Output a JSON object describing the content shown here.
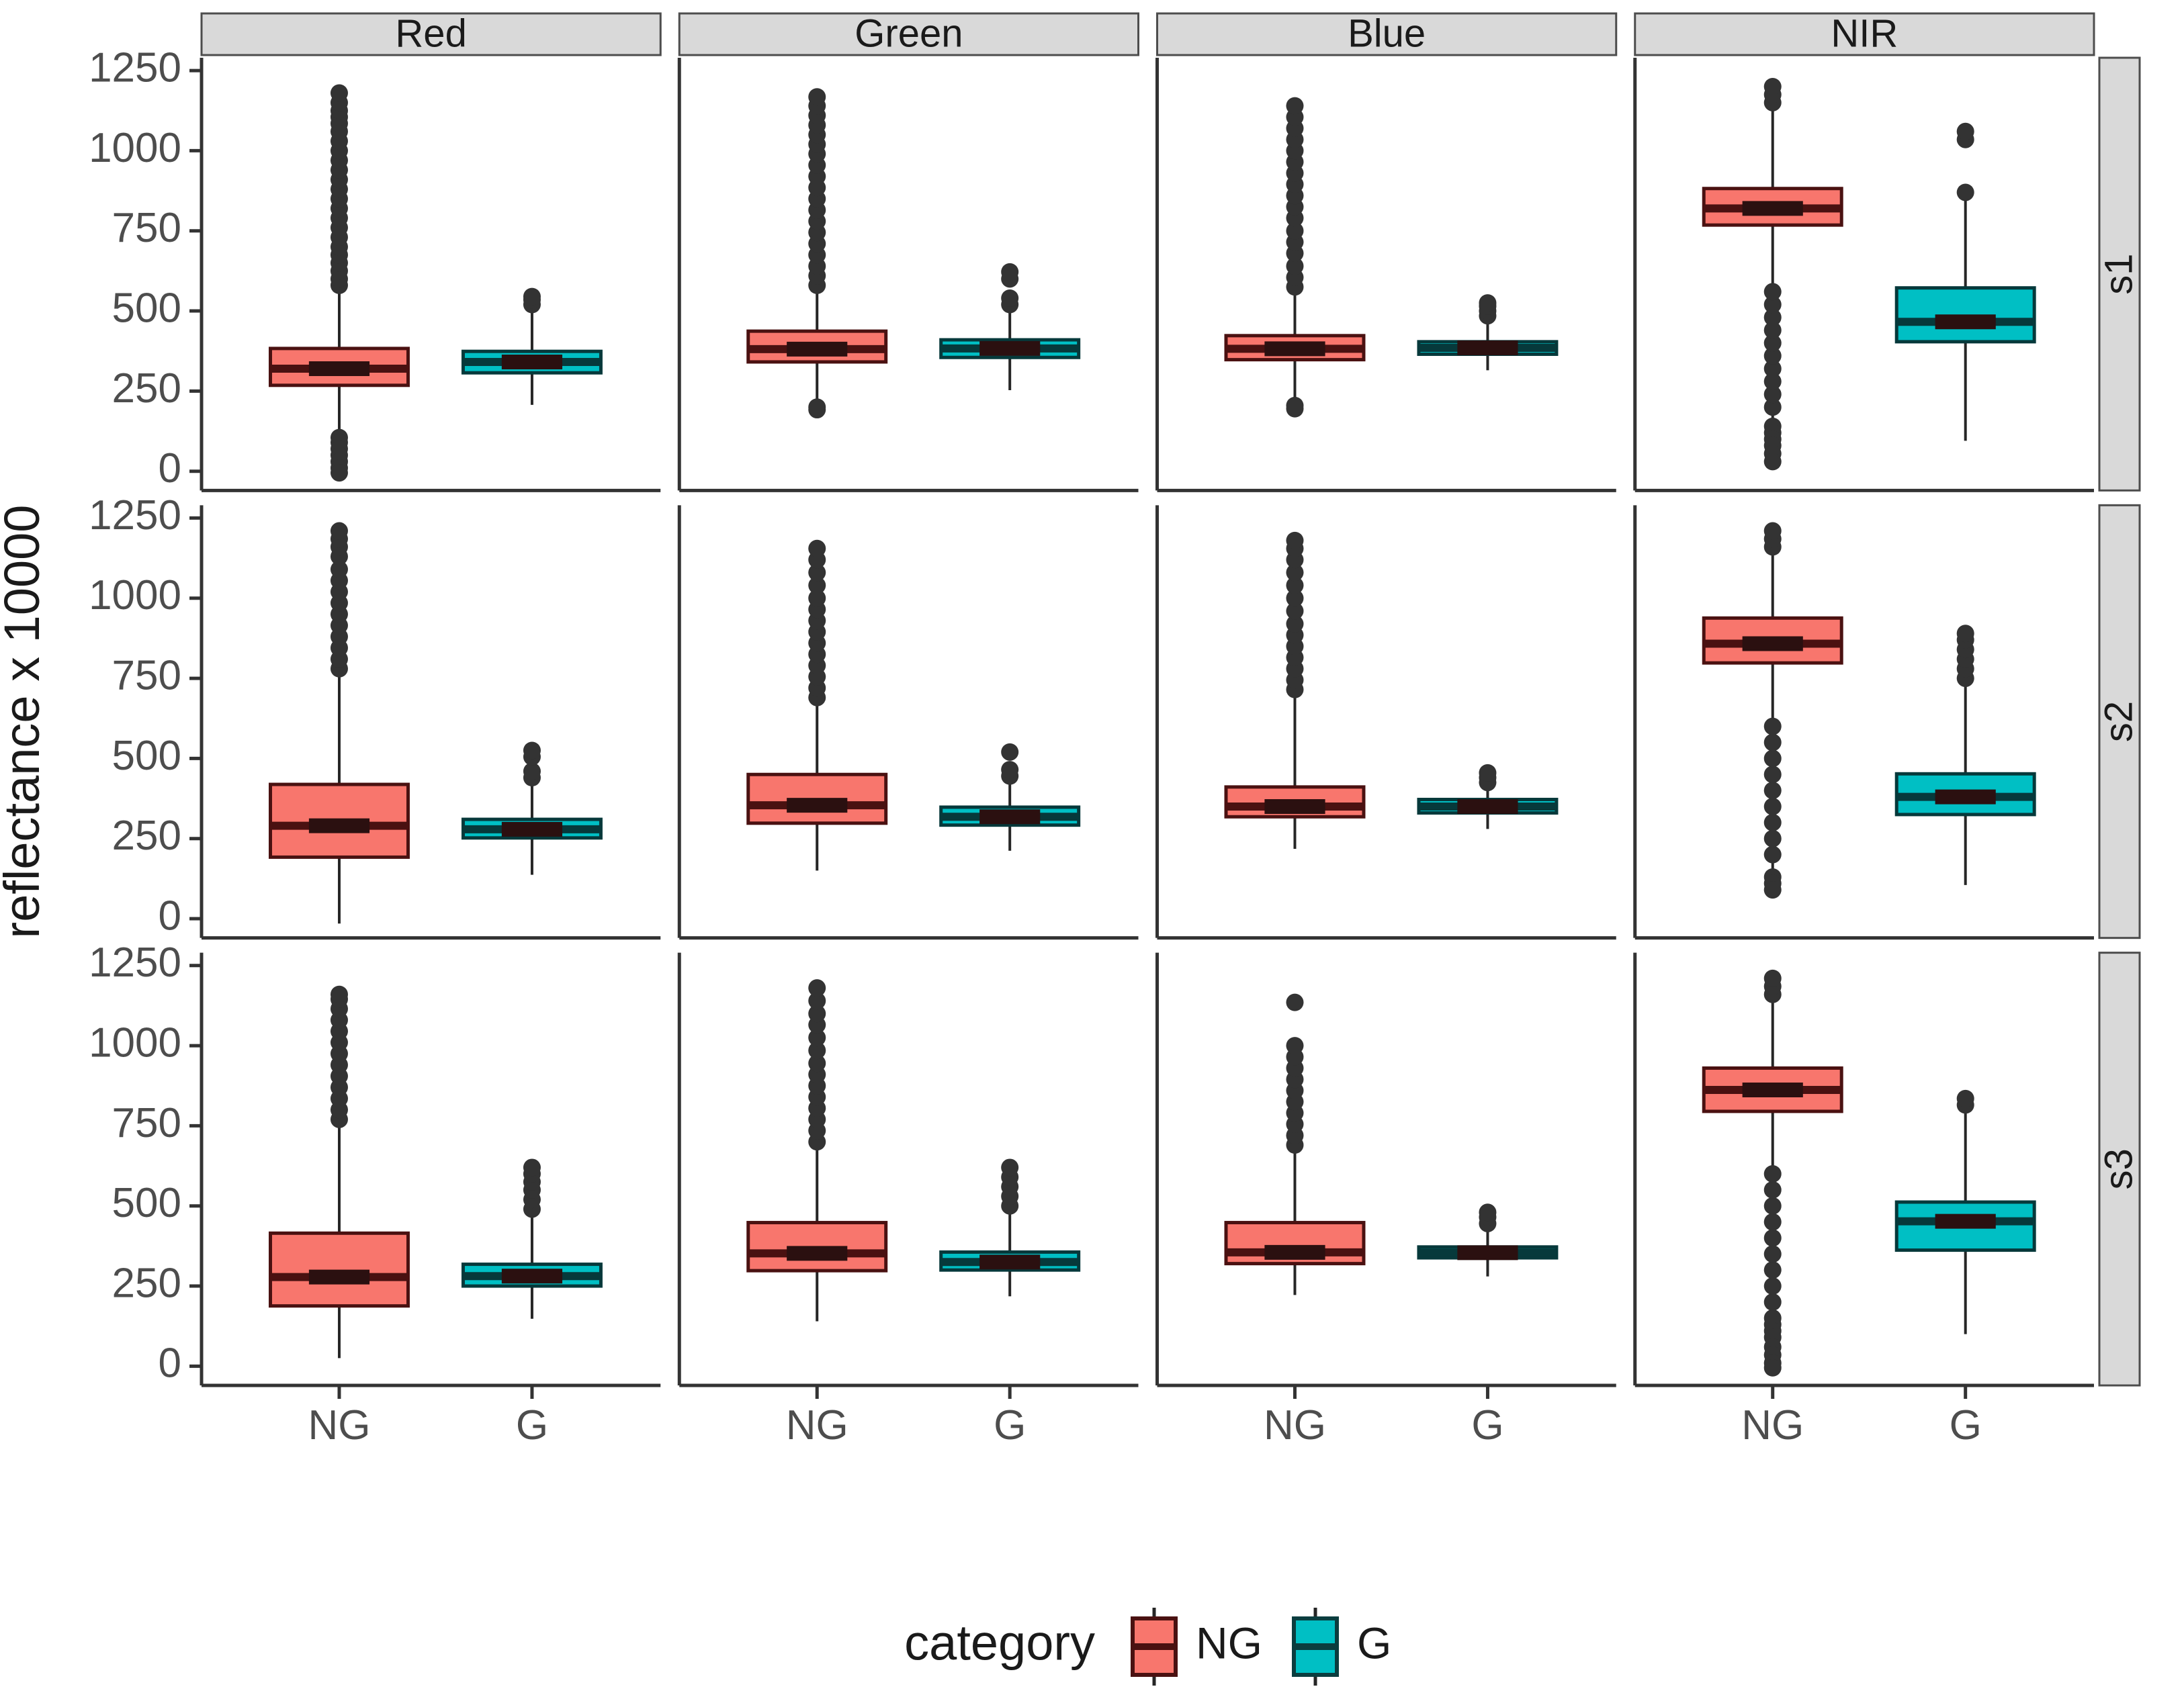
{
  "figure": {
    "y_axis_title": "reflectance x 10000",
    "y_ticks": [
      "0",
      "250",
      "500",
      "750",
      "1000",
      "1250"
    ],
    "y_tick_values": [
      0,
      250,
      500,
      750,
      1000,
      1250
    ],
    "ylim": [
      -60,
      1290
    ],
    "x_ticks": [
      "NG",
      "G"
    ],
    "column_strips": [
      "Red",
      "Green",
      "Blue",
      "NIR"
    ],
    "row_strips": [
      "s1",
      "s2",
      "s3"
    ],
    "strip_fill": "#d9d9d9",
    "strip_border": "#4d4d4d",
    "panel_border": "#333333",
    "background": "#ffffff"
  },
  "legend": {
    "title": "category",
    "position": "bottom",
    "items": [
      {
        "label": "NG",
        "color": "#F8766D",
        "border": "#4a1111"
      },
      {
        "label": "G",
        "color": "#00BFC4",
        "border": "#0b3d3f"
      }
    ]
  },
  "chart_data": {
    "type": "box",
    "title": "",
    "xlabel": "",
    "ylabel": "reflectance x 10000",
    "ylim": [
      -60,
      1290
    ],
    "grid": false,
    "facet_cols": [
      "Red",
      "Green",
      "Blue",
      "NIR"
    ],
    "facet_rows": [
      "s1",
      "s2",
      "s3"
    ],
    "categories": [
      "NG",
      "G"
    ],
    "colors": {
      "NG": "#F8766D",
      "G": "#00BFC4"
    },
    "boxes": [
      {
        "row": "s1",
        "col": "Red",
        "category": "NG",
        "q1": 268,
        "median": 320,
        "q3": 383,
        "whisker_low": -20,
        "whisker_high": 568,
        "outliers_high": [
          580,
          600,
          625,
          650,
          675,
          700,
          730,
          760,
          790,
          820,
          850,
          880,
          910,
          940,
          970,
          1000,
          1030,
          1060,
          1085,
          1105,
          1125,
          1150,
          1180
        ],
        "outliers_low": [
          105,
          90,
          70,
          50,
          30,
          10,
          -5
        ]
      },
      {
        "row": "s1",
        "col": "Red",
        "category": "G",
        "q1": 307,
        "median": 341,
        "q3": 374,
        "whisker_low": 207,
        "whisker_high": 512,
        "outliers_high": [
          520,
          535,
          545
        ],
        "outliers_low": []
      },
      {
        "row": "s1",
        "col": "Green",
        "category": "NG",
        "q1": 341,
        "median": 381,
        "q3": 437,
        "whisker_low": 192,
        "whisker_high": 565,
        "outliers_high": [
          580,
          610,
          640,
          675,
          710,
          745,
          780,
          815,
          850,
          885,
          920,
          955,
          990,
          1020,
          1050,
          1080,
          1110,
          1140,
          1168
        ],
        "outliers_low": [
          192,
          200
        ]
      },
      {
        "row": "s1",
        "col": "Green",
        "category": "G",
        "q1": 355,
        "median": 383,
        "q3": 410,
        "whisker_low": 253,
        "whisker_high": 508,
        "outliers_high": [
          520,
          540,
          600,
          622
        ],
        "outliers_low": []
      },
      {
        "row": "s1",
        "col": "Blue",
        "category": "NG",
        "q1": 348,
        "median": 382,
        "q3": 423,
        "whisker_low": 190,
        "whisker_high": 560,
        "outliers_high": [
          575,
          605,
          640,
          680,
          715,
          750,
          790,
          825,
          860,
          895,
          930,
          965,
          1000,
          1035,
          1070,
          1105,
          1140
        ],
        "outliers_low": [
          195,
          205
        ]
      },
      {
        "row": "s1",
        "col": "Blue",
        "category": "G",
        "q1": 365,
        "median": 385,
        "q3": 404,
        "whisker_low": 315,
        "whisker_high": 465,
        "outliers_high": [
          485,
          500,
          515,
          525
        ],
        "outliers_low": []
      },
      {
        "row": "s1",
        "col": "NIR",
        "category": "NG",
        "q1": 768,
        "median": 820,
        "q3": 882,
        "whisker_low": 150,
        "whisker_high": 1130,
        "outliers_high": [
          1150,
          1175,
          1200
        ],
        "outliers_low": [
          140,
          120,
          100,
          80,
          55,
          30,
          200,
          240,
          280,
          320,
          360,
          400,
          440,
          480,
          520,
          560
        ]
      },
      {
        "row": "s1",
        "col": "NIR",
        "category": "G",
        "q1": 404,
        "median": 466,
        "q3": 572,
        "whisker_low": 95,
        "whisker_high": 855,
        "outliers_high": [
          870,
          1035,
          1060
        ],
        "outliers_low": []
      },
      {
        "row": "s2",
        "col": "Red",
        "category": "NG",
        "q1": 192,
        "median": 290,
        "q3": 419,
        "whisker_low": -15,
        "whisker_high": 770,
        "outliers_high": [
          780,
          810,
          845,
          880,
          915,
          950,
          985,
          1020,
          1055,
          1090,
          1130,
          1160,
          1185,
          1210
        ],
        "outliers_low": []
      },
      {
        "row": "s2",
        "col": "Red",
        "category": "G",
        "q1": 252,
        "median": 279,
        "q3": 310,
        "whisker_low": 137,
        "whisker_high": 420,
        "outliers_high": [
          440,
          460,
          505,
          525
        ],
        "outliers_low": []
      },
      {
        "row": "s2",
        "col": "Green",
        "category": "NG",
        "q1": 298,
        "median": 354,
        "q3": 450,
        "whisker_low": 150,
        "whisker_high": 675,
        "outliers_high": [
          690,
          720,
          755,
          790,
          825,
          860,
          895,
          930,
          965,
          1000,
          1040,
          1080,
          1120,
          1155
        ],
        "outliers_low": []
      },
      {
        "row": "s2",
        "col": "Green",
        "category": "G",
        "q1": 292,
        "median": 318,
        "q3": 348,
        "whisker_low": 212,
        "whisker_high": 430,
        "outliers_high": [
          445,
          465,
          520
        ],
        "outliers_low": []
      },
      {
        "row": "s2",
        "col": "Blue",
        "category": "NG",
        "q1": 318,
        "median": 350,
        "q3": 411,
        "whisker_low": 218,
        "whisker_high": 700,
        "outliers_high": [
          715,
          745,
          780,
          815,
          850,
          885,
          920,
          960,
          1000,
          1040,
          1080,
          1120,
          1155,
          1180
        ],
        "outliers_low": []
      },
      {
        "row": "s2",
        "col": "Blue",
        "category": "G",
        "q1": 330,
        "median": 350,
        "q3": 372,
        "whisker_low": 280,
        "whisker_high": 408,
        "outliers_high": [
          425,
          440,
          455
        ],
        "outliers_low": []
      },
      {
        "row": "s2",
        "col": "NIR",
        "category": "NG",
        "q1": 798,
        "median": 858,
        "q3": 938,
        "whisker_low": 140,
        "whisker_high": 1140,
        "outliers_high": [
          1160,
          1185,
          1210
        ],
        "outliers_low": [
          130,
          110,
          90,
          200,
          250,
          300,
          350,
          400,
          450,
          500,
          550,
          600
        ]
      },
      {
        "row": "s2",
        "col": "NIR",
        "category": "G",
        "q1": 325,
        "median": 380,
        "q3": 452,
        "whisker_low": 105,
        "whisker_high": 735,
        "outliers_high": [
          750,
          780,
          810,
          840,
          870,
          890
        ],
        "outliers_low": []
      },
      {
        "row": "s3",
        "col": "Red",
        "category": "NG",
        "q1": 188,
        "median": 278,
        "q3": 415,
        "whisker_low": 25,
        "whisker_high": 755,
        "outliers_high": [
          770,
          800,
          835,
          870,
          905,
          940,
          975,
          1010,
          1045,
          1080,
          1115,
          1145,
          1160
        ],
        "outliers_low": []
      },
      {
        "row": "s3",
        "col": "Red",
        "category": "G",
        "q1": 250,
        "median": 281,
        "q3": 318,
        "whisker_low": 148,
        "whisker_high": 470,
        "outliers_high": [
          490,
          520,
          550,
          575,
          600,
          620
        ],
        "outliers_low": []
      },
      {
        "row": "s3",
        "col": "Green",
        "category": "NG",
        "q1": 298,
        "median": 352,
        "q3": 448,
        "whisker_low": 140,
        "whisker_high": 680,
        "outliers_high": [
          700,
          735,
          770,
          805,
          840,
          875,
          910,
          945,
          985,
          1025,
          1065,
          1100,
          1140,
          1180
        ],
        "outliers_low": []
      },
      {
        "row": "s3",
        "col": "Green",
        "category": "G",
        "q1": 300,
        "median": 325,
        "q3": 356,
        "whisker_low": 218,
        "whisker_high": 485,
        "outliers_high": [
          500,
          530,
          560,
          590,
          620
        ],
        "outliers_low": []
      },
      {
        "row": "s3",
        "col": "Blue",
        "category": "NG",
        "q1": 320,
        "median": 355,
        "q3": 448,
        "whisker_low": 222,
        "whisker_high": 665,
        "outliers_high": [
          690,
          720,
          755,
          790,
          825,
          860,
          895,
          930,
          965,
          1000,
          1135
        ],
        "outliers_low": []
      },
      {
        "row": "s3",
        "col": "Blue",
        "category": "G",
        "q1": 338,
        "median": 354,
        "q3": 372,
        "whisker_low": 280,
        "whisker_high": 425,
        "outliers_high": [
          445,
          465,
          480
        ],
        "outliers_low": []
      },
      {
        "row": "s3",
        "col": "NIR",
        "category": "NG",
        "q1": 795,
        "median": 862,
        "q3": 930,
        "whisker_low": 170,
        "whisker_high": 1140,
        "outliers_high": [
          1160,
          1185,
          1210
        ],
        "outliers_low": [
          150,
          130,
          110,
          90,
          60,
          35,
          10,
          -5,
          200,
          250,
          300,
          350,
          400,
          450,
          500,
          550,
          600
        ]
      },
      {
        "row": "s3",
        "col": "NIR",
        "category": "G",
        "q1": 362,
        "median": 452,
        "q3": 512,
        "whisker_low": 100,
        "whisker_high": 800,
        "outliers_high": [
          815,
          835
        ],
        "outliers_low": []
      }
    ]
  }
}
